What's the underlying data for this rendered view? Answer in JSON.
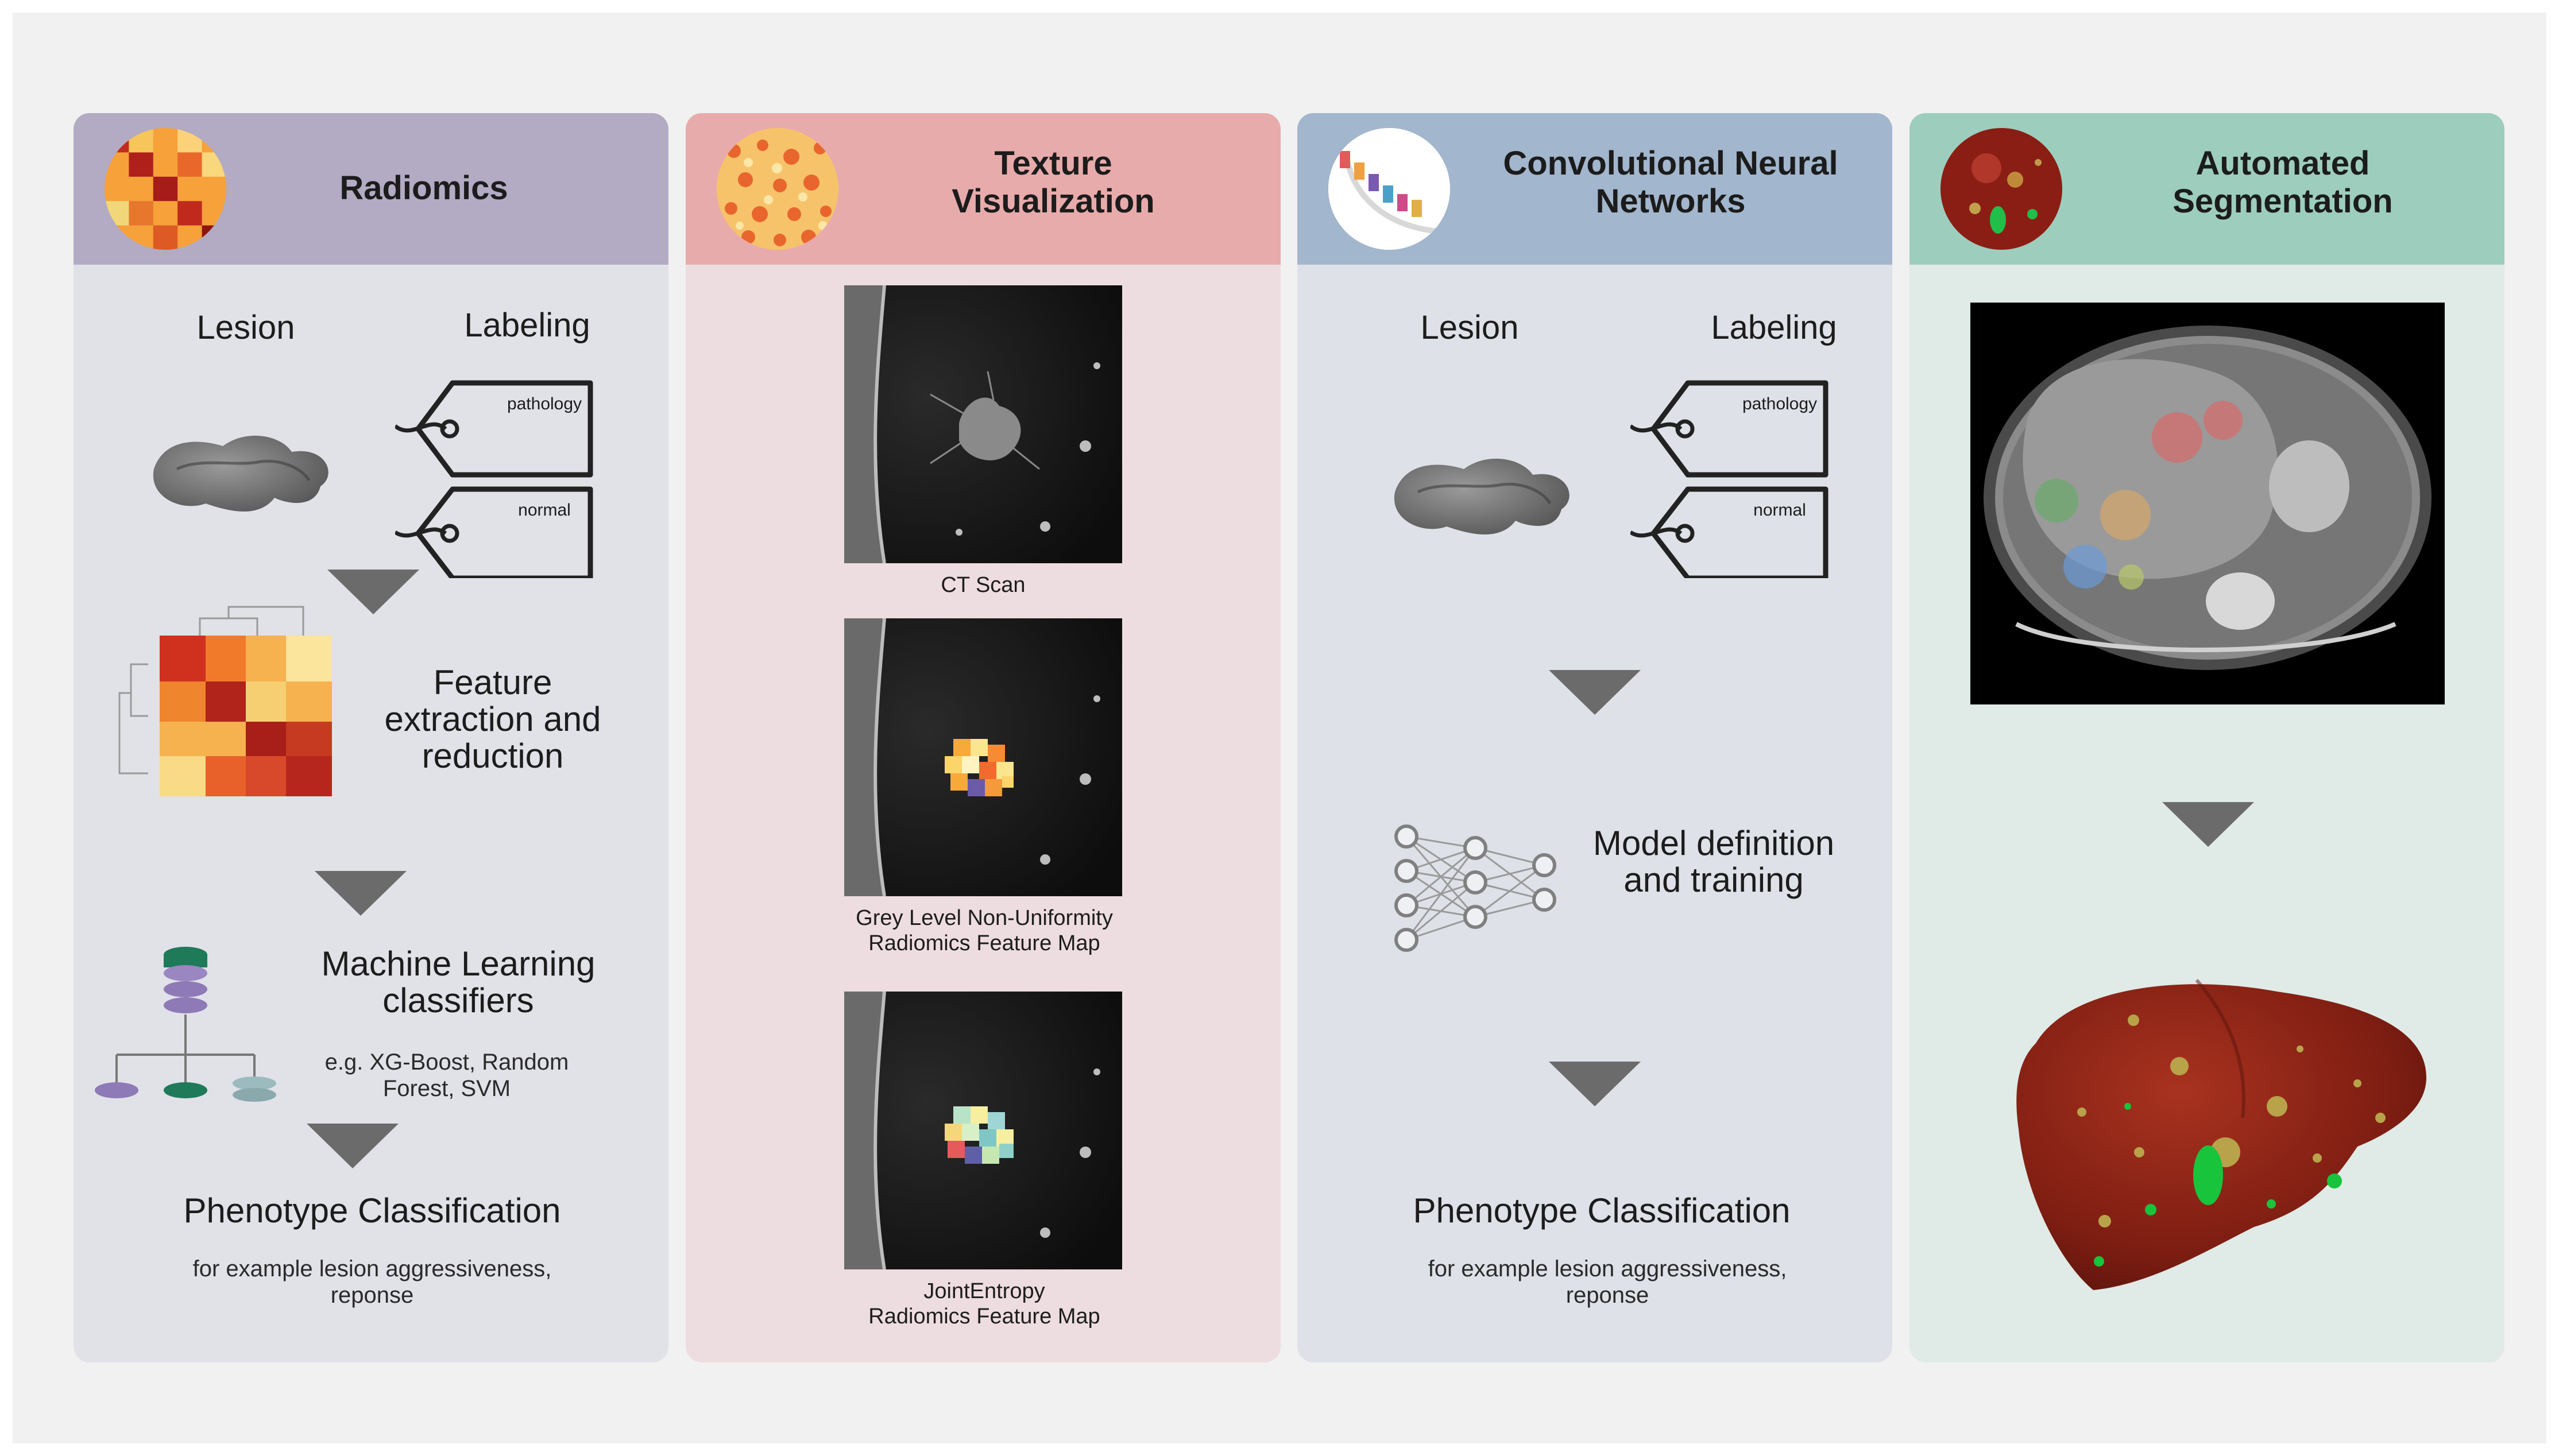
{
  "colors": {
    "radiomics_header": "#b2abc3",
    "texture_header": "#e8abab",
    "cnn_header": "#a2b6cd",
    "segmentation_header": "#9dcdbd",
    "arrow": "#6b6b6b"
  },
  "radiomics": {
    "title": "Radiomics",
    "lesion_label": "Lesion",
    "labeling_label": "Labeling",
    "tag_pathology": "pathology",
    "tag_normal": "normal",
    "feature_text": "Feature extraction and reduction",
    "ml_title": "Machine Learning classifiers",
    "ml_examples": "e.g. XG-Boost, Random Forest, SVM",
    "phenotype_title": "Phenotype Classification",
    "phenotype_sub": "for example lesion aggressiveness, reponse"
  },
  "texture": {
    "title": "Texture Visualization",
    "ct_caption": "CT Scan",
    "glnu_caption_1": "Grey Level Non-Uniformity",
    "glnu_caption_2": "Radiomics Feature Map",
    "je_caption_1": "JointEntropy",
    "je_caption_2": "Radiomics Feature Map"
  },
  "cnn": {
    "title": "Convolutional Neural Networks",
    "lesion_label": "Lesion",
    "labeling_label": "Labeling",
    "tag_pathology": "pathology",
    "tag_normal": "normal",
    "model_text": "Model definition and training",
    "phenotype_title": "Phenotype Classification",
    "phenotype_sub": "for example lesion aggressiveness, reponse"
  },
  "segmentation": {
    "title": "Automated Segmentation"
  }
}
